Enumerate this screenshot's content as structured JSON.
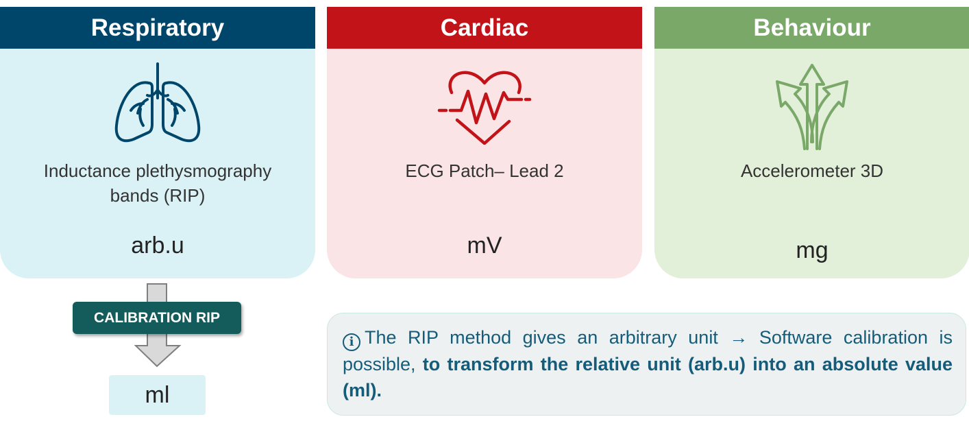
{
  "panels": {
    "respiratory": {
      "title": "Respiratory",
      "icon": "lungs-icon",
      "description_line1": "Inductance plethysmography",
      "description_line2": "bands  (RIP)",
      "unit": "arb.u",
      "color": "#00466a"
    },
    "cardiac": {
      "title": "Cardiac",
      "icon": "heart-ecg-icon",
      "description": "ECG Patch– Lead 2",
      "unit": "mV",
      "color": "#c11318"
    },
    "behaviour": {
      "title": "Behaviour",
      "icon": "three-arrows-icon",
      "description": "Accelerometer 3D",
      "unit": "mg",
      "color": "#7aa868"
    }
  },
  "calibration": {
    "label": "CALIBRATION RIP",
    "result_unit": "ml"
  },
  "note": {
    "icon": "info-icon",
    "text_plain": "The RIP method gives an arbitrary unit → Software calibration is possible, ",
    "text_bold": "to transform the relative unit (arb.u) into an absolute value (ml)."
  }
}
